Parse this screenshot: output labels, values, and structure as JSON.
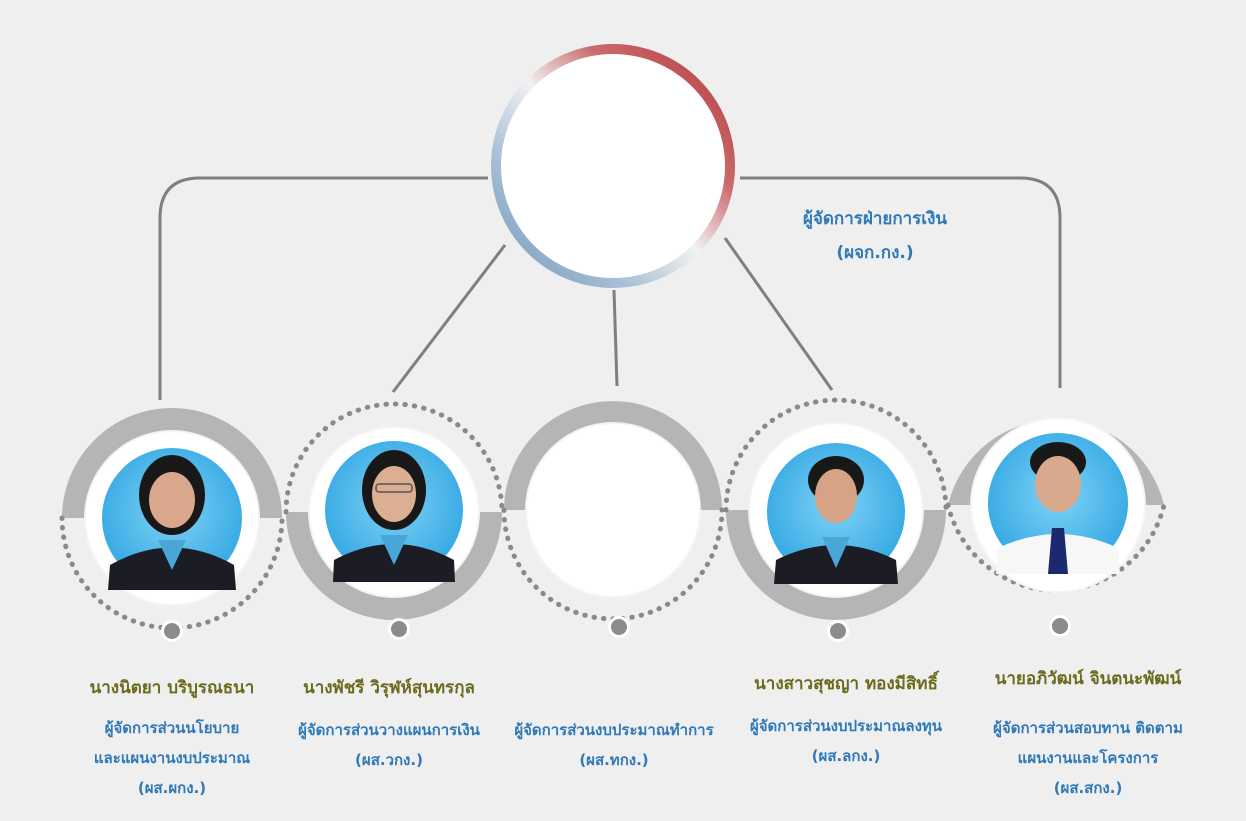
{
  "head": {
    "title": "ผู้จัดการฝ่ายการเงิน",
    "abbr": "(ผจก.กง.)"
  },
  "members": [
    {
      "name": "นางนิตยา  บริบูรณธนา",
      "role_lines": [
        "ผู้จัดการส่วนนโยบาย",
        "และแผนงานงบประมาณ",
        "(ผส.ผกง.)"
      ],
      "has_photo": true
    },
    {
      "name": "นางพัชรี วิรุฬห์สุนทรกุล",
      "role_lines": [
        "ผู้จัดการส่วนวางแผนการเงิน",
        "(ผส.วกง.)"
      ],
      "has_photo": true
    },
    {
      "name": "",
      "role_lines": [
        "ผู้จัดการส่วนงบประมาณทำการ",
        "(ผส.ทกง.)"
      ],
      "has_photo": false
    },
    {
      "name": "นางสาวสุชญา ทองมีสิทธิ์",
      "role_lines": [
        "ผู้จัดการส่วนงบประมาณลงทุน",
        "(ผส.ลกง.)"
      ],
      "has_photo": true
    },
    {
      "name": "นายอภิวัฒน์  จินตนะพัฒน์",
      "role_lines": [
        "ผู้จัดการส่วนสอบทาน ติดตาม",
        "แผนงานและโครงการ",
        "(ผส.สกง.)"
      ],
      "has_photo": true
    }
  ],
  "colors": {
    "connector": "#7f7f7f",
    "ring_gray": "#b5b5b5",
    "dots": "#8a8a8a",
    "ring_red": "#b3383b",
    "ring_blue": "#6f94b8",
    "name_text": "#6b6b1e",
    "role_text": "#2f79b9",
    "blazer": "#1c1c24",
    "shirt": "#4aa6d6"
  }
}
